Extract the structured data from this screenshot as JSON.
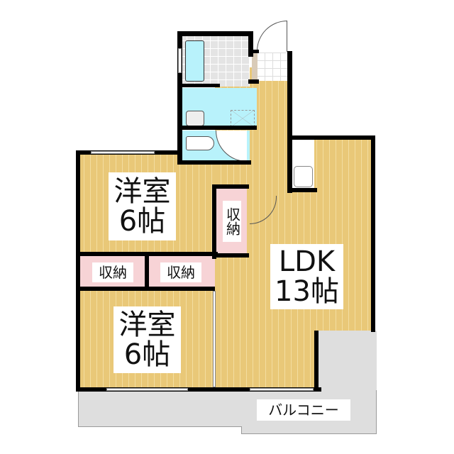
{
  "floorplan": {
    "rooms": [
      {
        "id": "western-room-1",
        "name": "洋室",
        "size": "6帖"
      },
      {
        "id": "western-room-2",
        "name": "洋室",
        "size": "6帖"
      },
      {
        "id": "ldk",
        "name": "LDK",
        "size": "13帖"
      }
    ],
    "closets": {
      "closet_1": "収納",
      "closet_2": "収納",
      "closet_vertical": "収納"
    },
    "balcony": "バルコニー"
  },
  "colors": {
    "flooring": "#e9c878",
    "wet_area": "#b8f2fb",
    "closet": "#f7d3d6",
    "balcony": "#dedede",
    "wall": "#000000"
  }
}
